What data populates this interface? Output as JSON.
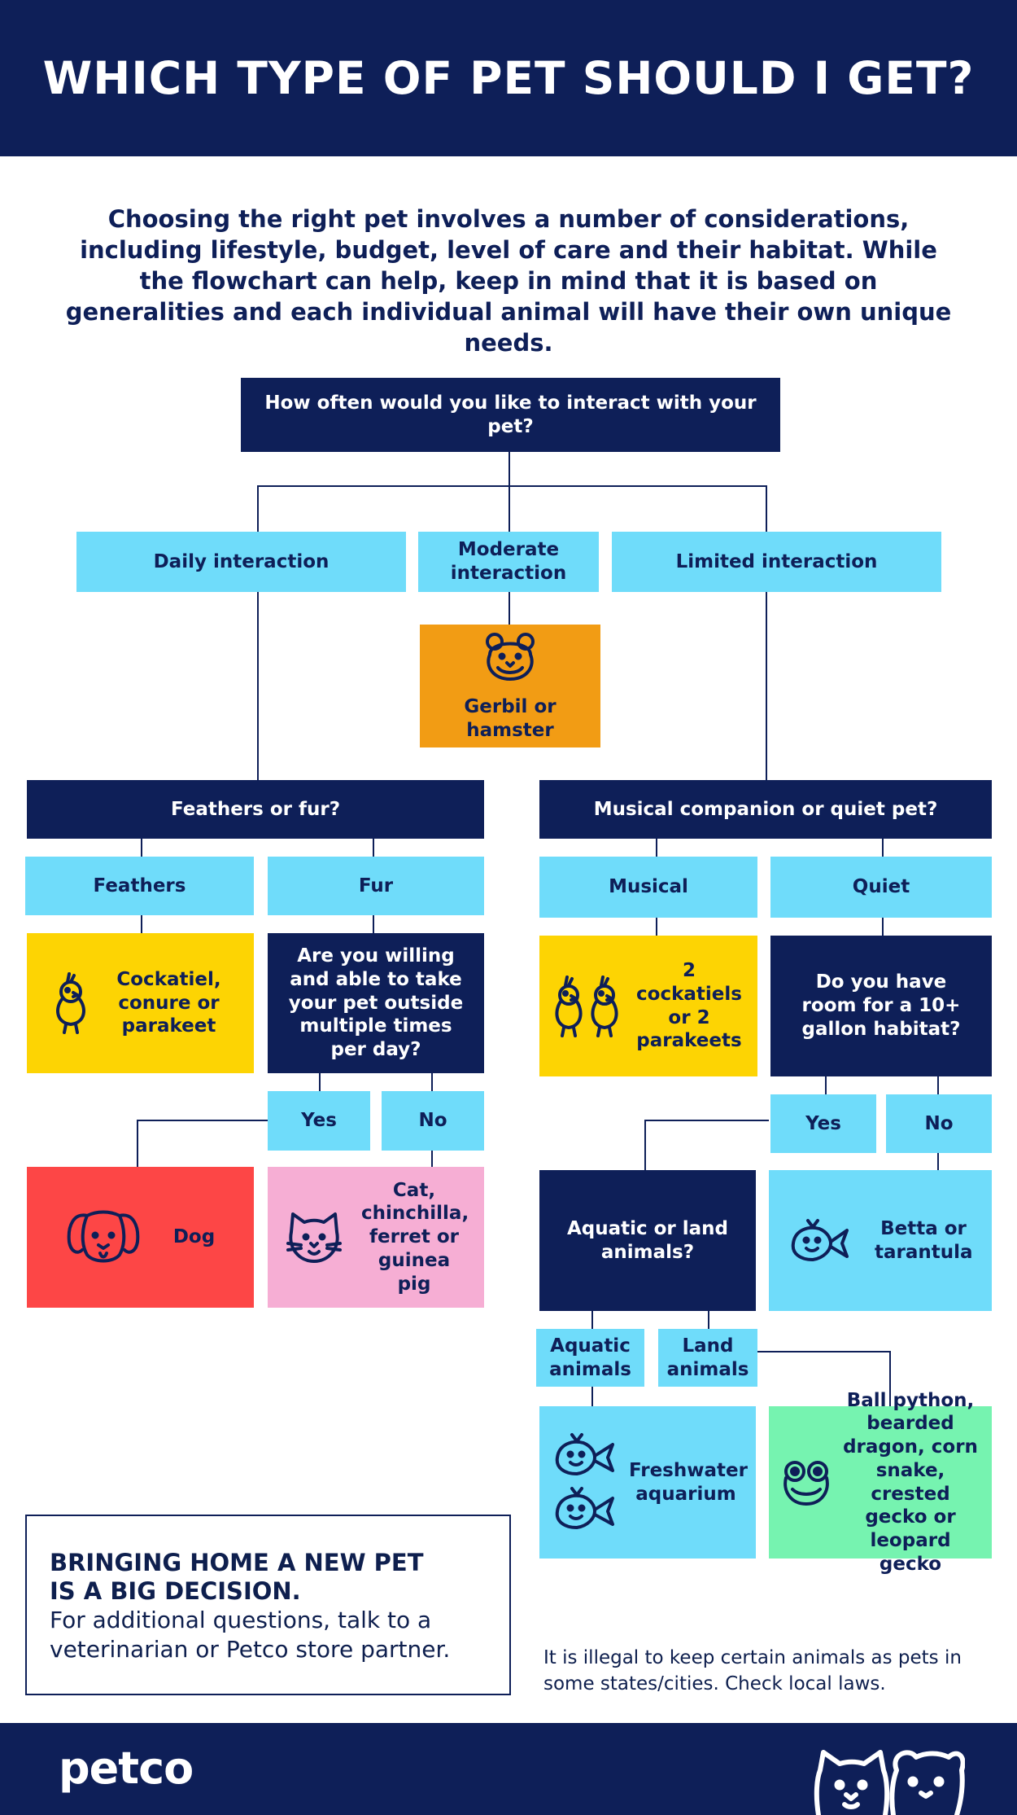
{
  "header": {
    "title": "WHICH TYPE OF PET SHOULD I GET?"
  },
  "intro": "Choosing the right pet involves a number of considerations, including lifestyle, budget, level of care and their habitat. While the flowchart can help, keep in mind that it is based on generalities and each individual animal will have their own unique needs.",
  "flow": {
    "q_interact": "How often would you like to interact with your pet?",
    "daily": "Daily interaction",
    "moderate": "Moderate interaction",
    "limited": "Limited interaction",
    "gerbil": "Gerbil or hamster",
    "q_feathers": "Feathers or fur?",
    "feathers": "Feathers",
    "fur": "Fur",
    "cockatiel": "Cockatiel, conure or parakeet",
    "q_outside": "Are you willing and able to take your pet outside multiple times per day?",
    "yes1": "Yes",
    "no1": "No",
    "dog": "Dog",
    "cat": "Cat, chinchilla, ferret or guinea pig",
    "q_musical": "Musical companion or quiet pet?",
    "musical": "Musical",
    "quiet": "Quiet",
    "two_birds": "2 cockatiels or 2 parakeets",
    "q_room": "Do you have room for a 10+ gallon habitat?",
    "yes2": "Yes",
    "no2": "No",
    "q_aquatic": "Aquatic or land animals?",
    "betta": "Betta or tarantula",
    "aquatic": "Aquatic animals",
    "land": "Land animals",
    "freshwater": "Freshwater aquarium",
    "reptiles": "Ball python, bearded dragon, corn snake, crested gecko or leopard gecko"
  },
  "cta": {
    "title": "BRINGING HOME A NEW PET IS A BIG DECISION.",
    "text": "For additional questions, talk to a veterinarian or Petco store partner."
  },
  "legal": "It is illegal to keep certain animals as pets in some states/cities. Check local laws.",
  "footer": {
    "logo": "petco"
  },
  "colors": {
    "navy": "#0e1f58",
    "light_blue": "#6fdcfa",
    "orange": "#f29c14",
    "yellow": "#fdd403",
    "red": "#fd4646",
    "pink": "#f6aed4",
    "green": "#76f3b0"
  },
  "icons": [
    "hamster-icon",
    "bird-icon",
    "two-birds-icon",
    "dog-icon",
    "cat-icon",
    "fish-icon",
    "two-fish-icon",
    "lizard-icon",
    "dog-cat-logo-icon"
  ]
}
